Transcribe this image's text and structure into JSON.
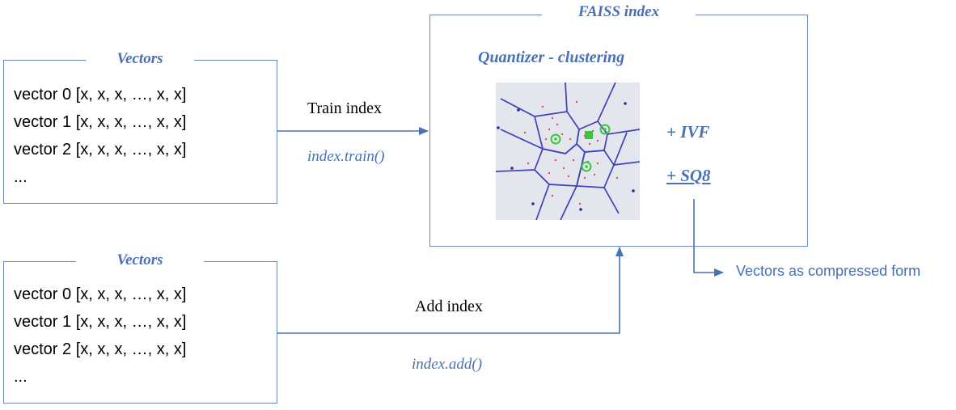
{
  "faiss": {
    "title": "FAISS index",
    "quantizer_label": "Quantizer - clustering",
    "ivf_label": "+ IVF",
    "sq8_label": "+ SQ8"
  },
  "train_block": {
    "title": "Vectors",
    "lines": [
      "vector 0 [x, x, x, …, x, x]",
      "vector 1 [x, x, x, …, x, x]",
      "vector 2 [x, x, x, …, x, x]",
      "..."
    ],
    "action_label": "Train index",
    "code_label": "index.train()"
  },
  "add_block": {
    "title": "Vectors",
    "lines": [
      "vector 0 [x, x, x, …, x, x]",
      "vector 1 [x, x, x, …, x, x]",
      "vector 2 [x, x, x, …, x, x]",
      "..."
    ],
    "action_label": "Add index",
    "code_label": "index.add()"
  },
  "output_label": "Vectors as compressed form",
  "colors": {
    "accent": "#4a70b5",
    "border": "#6b89c0",
    "voronoi_edge": "#4040b8",
    "centroid": "#3cc43c",
    "points_red": "#e05050",
    "points_blue": "#2828a8",
    "image_bg": "#e4e6ee"
  }
}
